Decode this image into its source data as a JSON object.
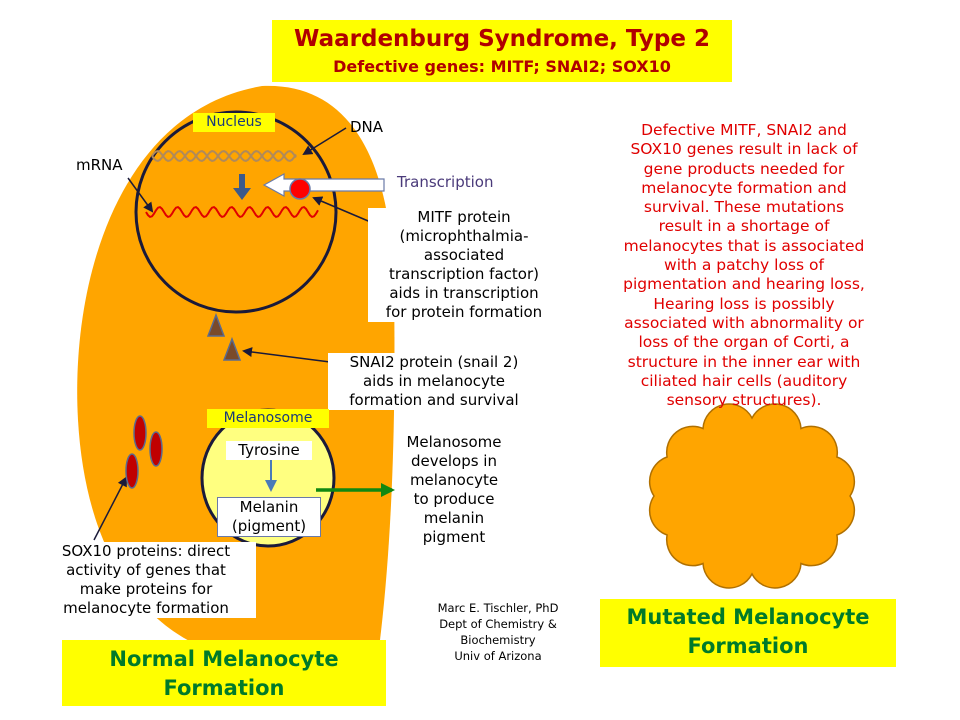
{
  "title": {
    "main": "Waardenburg Syndrome, Type 2",
    "subtitle": "Defective genes:  MITF; SNAI2; SOX10"
  },
  "diagram": {
    "nucleus_label": "Nucleus",
    "dna_label": "DNA",
    "mrna_label": "mRNA",
    "transcription_label": "Transcription",
    "mitf_lines": [
      "MITF protein",
      "(microphthalmia-",
      "associated",
      "transcription factor)",
      "aids in transcription",
      "for protein formation"
    ],
    "snai2_lines": [
      "SNAI2 protein (snail 2)",
      "aids in melanocyte",
      "formation and survival"
    ],
    "melanosome_label": "Melanosome",
    "tyrosine_label": "Tyrosine",
    "melanin_lines": [
      "Melanin",
      "(pigment)"
    ],
    "melanosome_develops_lines": [
      "Melanosome",
      "develops in",
      "melanocyte",
      "to produce",
      "melanin",
      "pigment"
    ],
    "sox10_lines": [
      "SOX10 proteins: direct",
      "activity of genes that",
      "make proteins for",
      "melanocyte formation"
    ]
  },
  "explanation_lines": [
    "Defective MITF, SNAI2 and",
    "SOX10 genes result in lack of",
    "gene products needed for",
    "melanocyte formation and",
    "survival. These mutations",
    "result in a shortage of",
    "melanocytes that is associated",
    "with a patchy loss of",
    "pigmentation and hearing loss,",
    "Hearing loss is possibly",
    "associated with abnormality or",
    "loss of the organ of Corti, a",
    "structure in the inner ear with",
    "ciliated hair cells (auditory",
    "sensory  structures)."
  ],
  "credit_lines": [
    "Marc  E. Tischler, PhD",
    "Dept of Chemistry &",
    "Biochemistry",
    "Univ of Arizona"
  ],
  "normal_label_lines": [
    "Normal Melanocyte",
    "Formation"
  ],
  "mutated_label_lines": [
    "Mutated Melanocyte",
    "Formation"
  ],
  "colors": {
    "cell": "#ffa500",
    "cell_outline": "#c87800",
    "title_text": "#b00000",
    "explanation_text": "#e00000",
    "footer_text": "#007a2a",
    "highlight": "#ffff00",
    "melanosome_fill": "#ffff80",
    "dna_strand": "#b08a5a",
    "mrna_strand": "#e00000",
    "mitf_dot": "#ff0000",
    "sox10_granule": "#c00000",
    "snai2_triangle": "#7a4a2a",
    "green_arrow": "#118811"
  }
}
